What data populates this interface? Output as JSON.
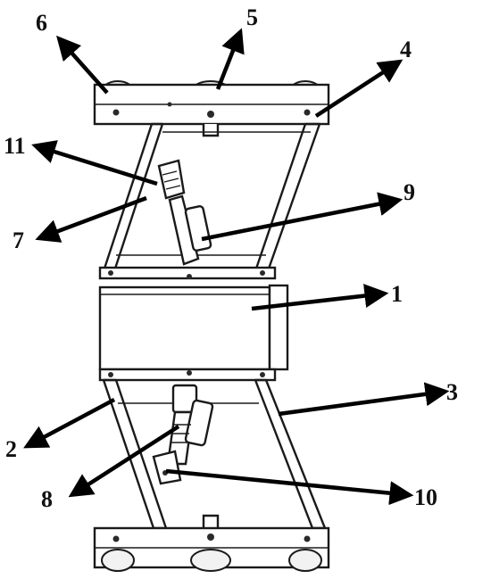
{
  "callouts": [
    {
      "id": "1",
      "text": "1"
    },
    {
      "id": "2",
      "text": "2"
    },
    {
      "id": "3",
      "text": "3"
    },
    {
      "id": "4",
      "text": "4"
    },
    {
      "id": "5",
      "text": "5"
    },
    {
      "id": "6",
      "text": "6"
    },
    {
      "id": "7",
      "text": "7"
    },
    {
      "id": "8",
      "text": "8"
    },
    {
      "id": "9",
      "text": "9"
    },
    {
      "id": "10",
      "text": "10"
    },
    {
      "id": "11",
      "text": "11"
    }
  ],
  "colors": {
    "line": "#1a1a1a",
    "arrow": "#000000",
    "background": "#ffffff"
  }
}
